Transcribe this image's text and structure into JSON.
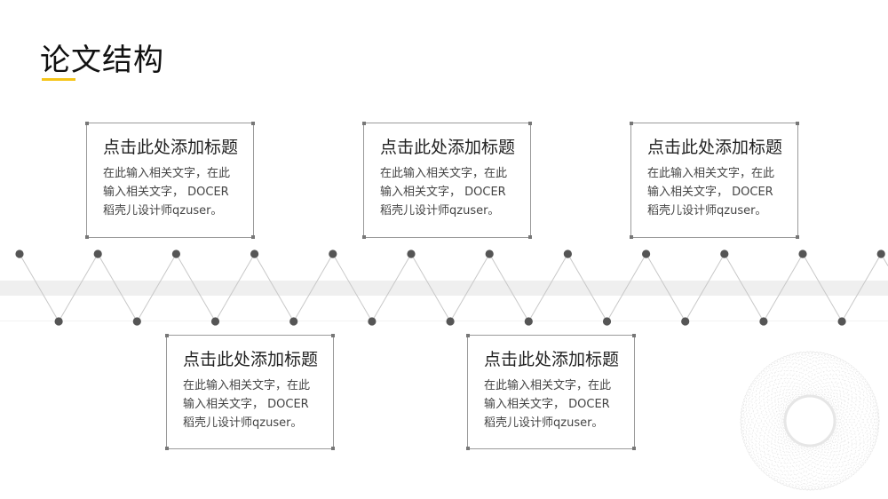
{
  "page": {
    "title": "论文结构",
    "accent_color": "#f5c518",
    "dot_color": "#555555",
    "line_color": "#c8c8c8"
  },
  "cards": [
    {
      "title": "点击此处添加标题",
      "body": "在此输入相关文字，在此输入相关文字， DOCER稻壳儿设计师qzuser。"
    },
    {
      "title": "点击此处添加标题",
      "body": "在此输入相关文字，在此输入相关文字， DOCER稻壳儿设计师qzuser。"
    },
    {
      "title": "点击此处添加标题",
      "body": "在此输入相关文字，在此输入相关文字， DOCER稻壳儿设计师qzuser。"
    },
    {
      "title": "点击此处添加标题",
      "body": "在此输入相关文字，在此输入相关文字， DOCER稻壳儿设计师qzuser。"
    },
    {
      "title": "点击此处添加标题",
      "body": "在此输入相关文字，在此输入相关文字， DOCER稻壳儿设计师qzuser。"
    }
  ]
}
